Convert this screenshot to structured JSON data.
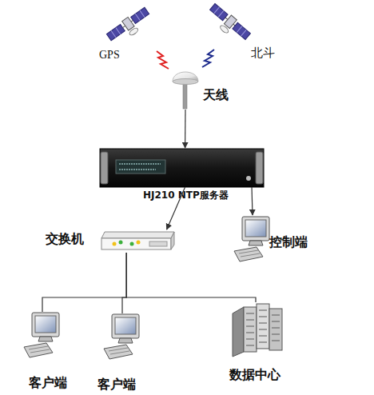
{
  "diagram": {
    "nodes": [
      {
        "text": [
          "GPS"
        ]
      },
      {
        "text": [
          "北斗"
        ]
      },
      {
        "text": [
          "天线"
        ]
      },
      {
        "text": [
          "HJ210 NTP服务器"
        ]
      },
      {
        "text": [
          "交换机"
        ]
      },
      {
        "text": [
          "控制端"
        ]
      },
      {
        "text": [
          "客户端"
        ]
      },
      {
        "text": [
          "客户端"
        ]
      },
      {
        "text": [
          "数据中心"
        ]
      }
    ],
    "edges": [
      {
        "from": 2,
        "to": 3,
        "arrow": "to"
      },
      {
        "from": 3,
        "to": 4,
        "arrow": "to"
      },
      {
        "from": 3,
        "to": 5,
        "arrow": "to"
      },
      {
        "from": 4,
        "to": 6,
        "arrow": "none"
      },
      {
        "from": 4,
        "to": 7,
        "arrow": "none"
      },
      {
        "from": 4,
        "to": 8,
        "arrow": "none"
      }
    ]
  }
}
